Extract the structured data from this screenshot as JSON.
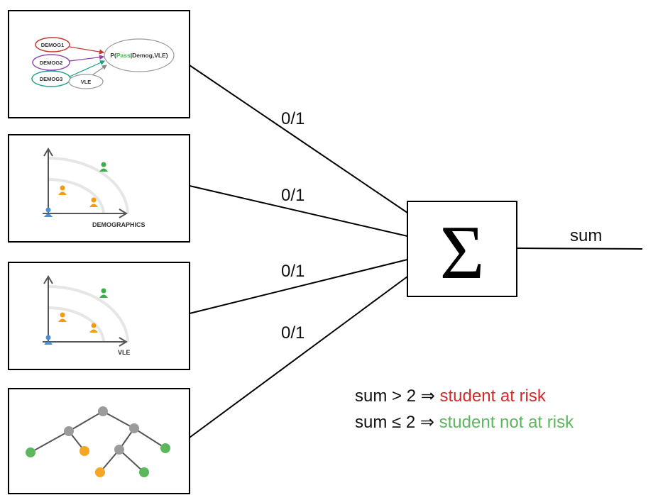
{
  "panels": {
    "panel1": {
      "nodes": [
        "DEMOG1",
        "DEMOG2",
        "DEMOG3",
        "VLE"
      ],
      "formula": {
        "prefix": "P(",
        "highlight": "Pass",
        "suffix": "|Demog,VLE)"
      }
    },
    "panel2": {
      "axis_label": "DEMOGRAPHICS"
    },
    "panel3": {
      "axis_label": "VLE"
    }
  },
  "edges": [
    {
      "weight_label": "0/1"
    },
    {
      "weight_label": "0/1"
    },
    {
      "weight_label": "0/1"
    },
    {
      "weight_label": "0/1"
    }
  ],
  "sum_node": {
    "symbol": "Σ"
  },
  "output": {
    "label": "sum"
  },
  "rules": [
    {
      "condition": "sum > 2 ⇒ ",
      "outcome": "student at risk",
      "outcome_color": "#d42a2a"
    },
    {
      "condition": "sum ≤ 2  ⇒ ",
      "outcome": "student not at risk",
      "outcome_color": "#5cb85c"
    }
  ],
  "colors": {
    "demog1": "#c0392b",
    "demog2": "#8e44ad",
    "demog3": "#16a085",
    "pass": "#39b54a",
    "green_person": "#3cae49",
    "orange_person": "#f39c12",
    "blue_person": "#4a90d9",
    "tree_gray": "#9b9b9b",
    "tree_green": "#5cb85c",
    "tree_orange": "#f5a623"
  }
}
